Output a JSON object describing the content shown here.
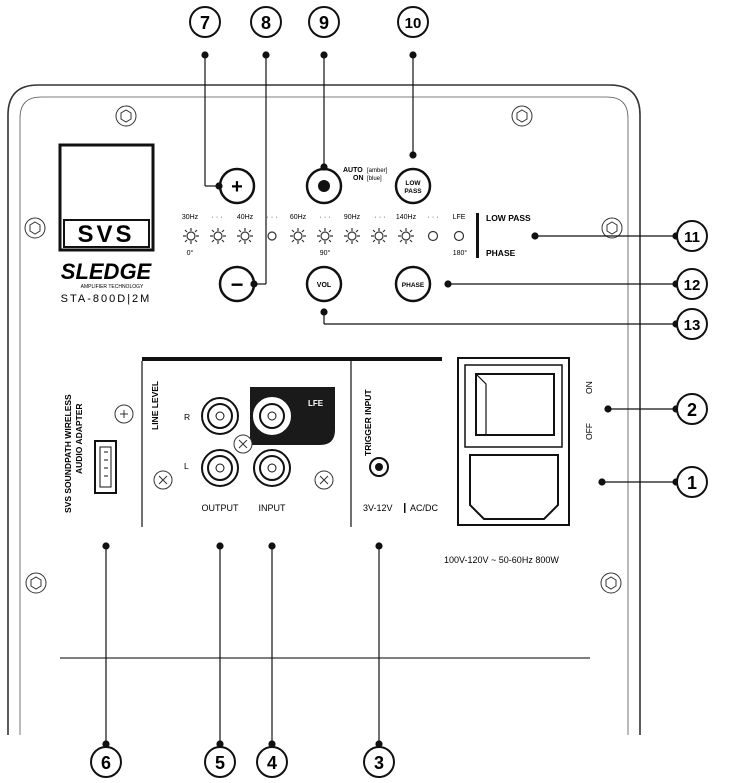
{
  "callouts": {
    "n1": "1",
    "n2": "2",
    "n3": "3",
    "n4": "4",
    "n5": "5",
    "n6": "6",
    "n7": "7",
    "n8": "8",
    "n9": "9",
    "n10": "10",
    "n11": "11",
    "n12": "12",
    "n13": "13"
  },
  "logo": {
    "mark": "SVS",
    "product": "SLEDGE",
    "tagline": "AMPLIFIER TECHNOLOGY",
    "model": "STA-800D|2M"
  },
  "buttons": {
    "plus": "+",
    "minus": "−",
    "power_status_auto": "AUTO",
    "power_status_auto_color": "[amber]",
    "power_status_on": "ON",
    "power_status_on_color": "[blue]",
    "low_pass_line1": "LOW",
    "low_pass_line2": "PASS",
    "vol": "VOL",
    "phase": "PHASE"
  },
  "scale": {
    "low_pass_ticks": [
      "30Hz",
      "40Hz",
      "60Hz",
      "90Hz",
      "140Hz",
      "LFE"
    ],
    "phase_ticks": [
      "0°",
      "90°",
      "180°"
    ],
    "dots": "· · ·",
    "low_pass_label": "LOW PASS",
    "phase_label": "PHASE"
  },
  "inputs": {
    "wireless_adapter_line1": "SVS SOUNDPATH WIRELESS",
    "wireless_adapter_line2": "AUDIO ADAPTER",
    "line_level": "LINE LEVEL",
    "r": "R",
    "l": "L",
    "lfe": "LFE",
    "output": "OUTPUT",
    "input": "INPUT",
    "trigger_input": "TRIGGER INPUT",
    "trigger_voltage": "3V-12V",
    "trigger_type": "AC/DC"
  },
  "power": {
    "on": "ON",
    "off": "OFF",
    "rating": "100V-120V ~ 50-60Hz  800W"
  },
  "colors": {
    "ink": "#111111",
    "panel_stroke": "#333333",
    "lfe_fill": "#1a1a1a"
  }
}
